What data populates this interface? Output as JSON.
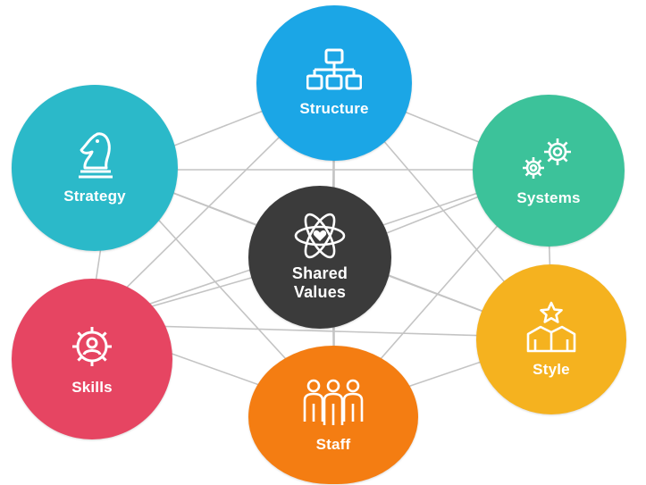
{
  "diagram": {
    "nodes": {
      "structure": {
        "label": "Structure",
        "color": "#1ba6e6",
        "icon": "org-chart-icon"
      },
      "strategy": {
        "label": "Strategy",
        "color": "#2bb9c9",
        "icon": "chess-knight-icon"
      },
      "systems": {
        "label": "Systems",
        "color": "#3cc29a",
        "icon": "gears-icon"
      },
      "shared_values": {
        "label_line1": "Shared",
        "label_line2": "Values",
        "color": "#3b3b3b",
        "icon": "atom-heart-icon"
      },
      "skills": {
        "label": "Skills",
        "color": "#e64562",
        "icon": "gear-user-icon"
      },
      "style": {
        "label": "Style",
        "color": "#f5b21f",
        "icon": "star-shirt-icon"
      },
      "staff": {
        "label": "Staff",
        "color": "#f47d12",
        "icon": "people-group-icon"
      }
    },
    "connector_color": "#c4c4c4"
  }
}
